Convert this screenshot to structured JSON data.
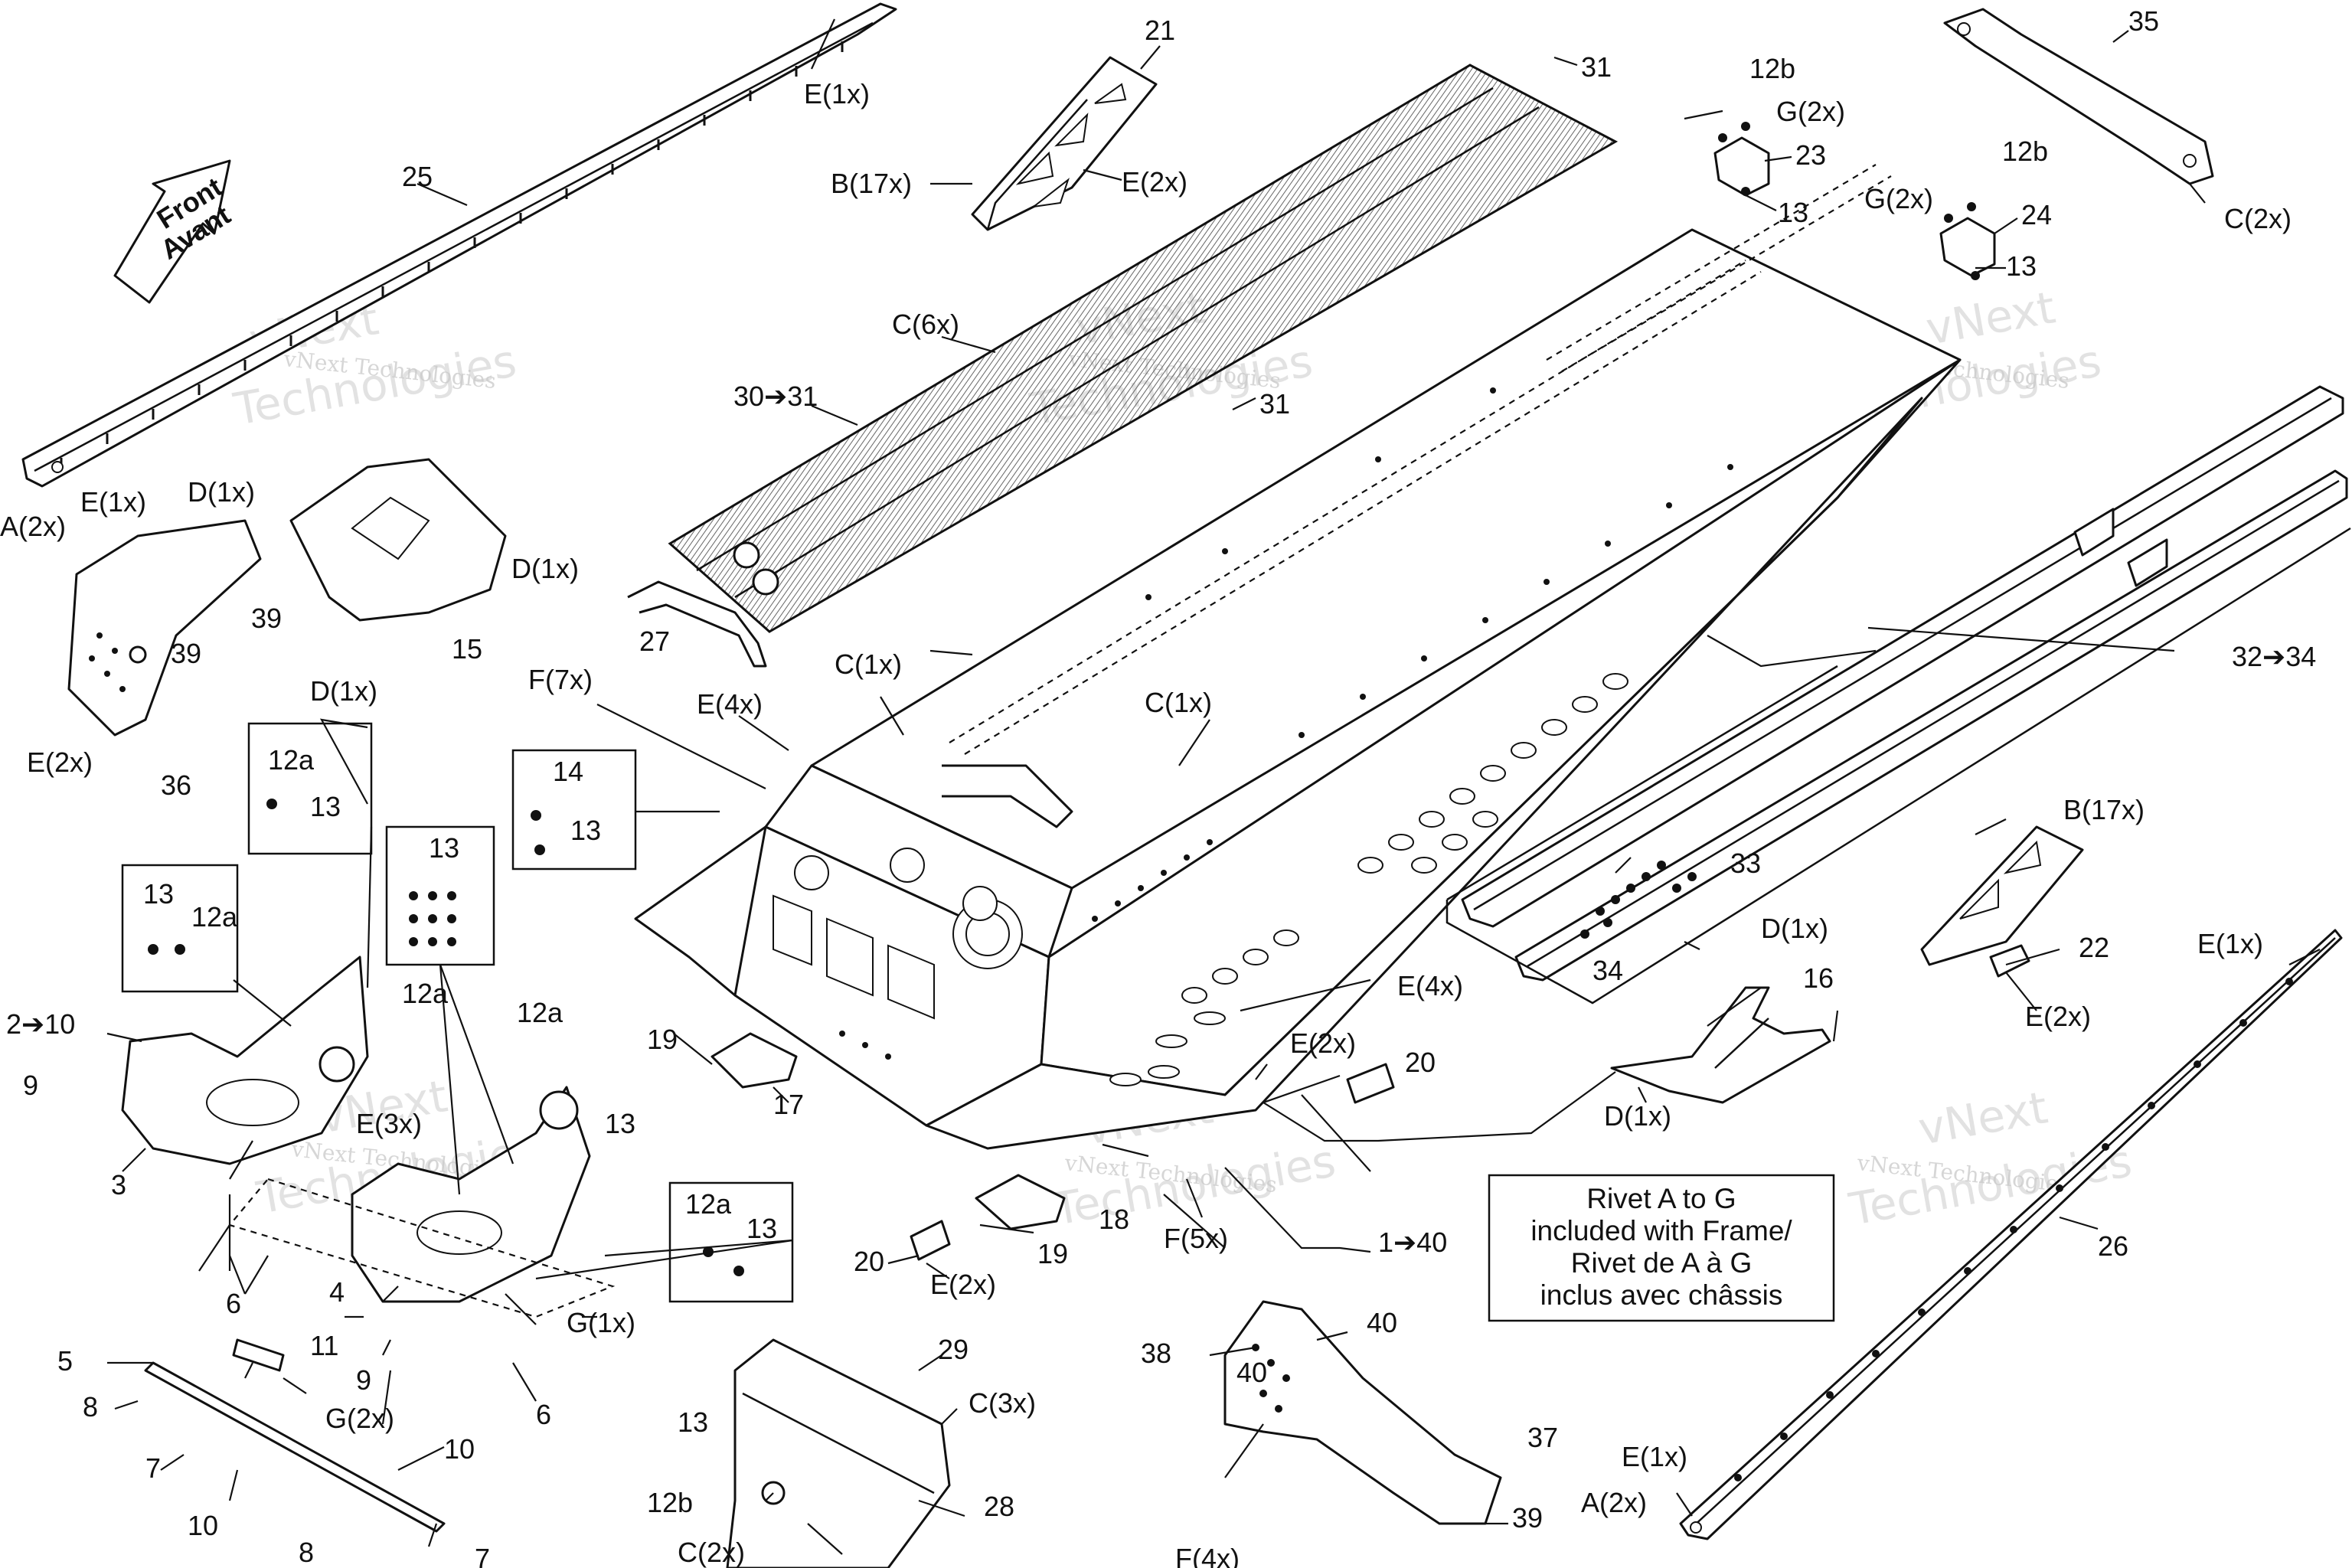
{
  "diagram": {
    "front_arrow": {
      "line1": "Front",
      "line2": "Avant"
    },
    "watermark": {
      "company": "vNext Technologies",
      "short1": "vNext",
      "short2": "Technologies"
    },
    "note": {
      "line1": "Rivet A to G",
      "line2": "included with Frame/",
      "line3": "Rivet de A à G",
      "line4": "inclus avec châssis"
    },
    "labels": {
      "l_E1x_top": "E(1x)",
      "l_25": "25",
      "l_E1x_left": "E(1x)",
      "l_A2x_left": "A(2x)",
      "l_21": "21",
      "l_B17x_top": "B(17x)",
      "l_E2x_top": "E(2x)",
      "l_31a": "31",
      "l_C6x": "C(6x)",
      "l_30_31": "30➔31",
      "l_31b": "31",
      "l_12b_a": "12b",
      "l_G2x_a": "G(2x)",
      "l_23": "23",
      "l_13_a": "13",
      "l_35": "35",
      "l_C2x_tr": "C(2x)",
      "l_12b_b": "12b",
      "l_G2x_b": "G(2x)",
      "l_24": "24",
      "l_13_b": "13",
      "l_D1x_a": "D(1x)",
      "l_39_a": "39",
      "l_D1x_b": "D(1x)",
      "l_15": "15",
      "l_D1x_c": "D(1x)",
      "l_39_b": "39",
      "l_E2x_36": "E(2x)",
      "l_36": "36",
      "l_27": "27",
      "l_F7x": "F(7x)",
      "l_E4x_a": "E(4x)",
      "l_C1x_a": "C(1x)",
      "l_C1x_b": "C(1x)",
      "l_32_34": "32➔34",
      "l_12a_box1": "12a",
      "l_13_box1": "13",
      "l_14": "14",
      "l_13_box2": "13",
      "l_13_box3": "13",
      "l_12a_box3": "12a",
      "l_13_box4": "13",
      "l_12a_box4": "12a",
      "l_2_10": "2➔10",
      "l_9_a": "9",
      "l_3": "3",
      "l_E3x": "E(3x)",
      "l_12a_mid": "12a",
      "l_13_mid": "13",
      "l_B17x_r": "B(17x)",
      "l_33": "33",
      "l_34": "34",
      "l_22": "22",
      "l_E2x_22": "E(2x)",
      "l_D1x_16a": "D(1x)",
      "l_16": "16",
      "l_D1x_16b": "D(1x)",
      "l_E1x_r": "E(1x)",
      "l_E4x_b": "E(4x)",
      "l_19_a": "19",
      "l_17": "17",
      "l_E2x_20": "E(2x)",
      "l_20_a": "20",
      "l_6_a": "6",
      "l_4": "4",
      "l_11": "11",
      "l_9_b": "9",
      "l_G1x": "G(1x)",
      "l_12a_box5": "12a",
      "l_13_box5": "13",
      "l_5": "5",
      "l_G2x_c": "G(2x)",
      "l_8_a": "8",
      "l_6_b": "6",
      "l_7_a": "7",
      "l_10_a": "10",
      "l_10_b": "10",
      "l_8_b": "8",
      "l_7_b": "7",
      "l_20_b": "20",
      "l_E2x_b": "E(2x)",
      "l_19_b": "19",
      "l_18": "18",
      "l_F5x": "F(5x)",
      "l_1_40": "1➔40",
      "l_26": "26",
      "l_29": "29",
      "l_C3x": "C(3x)",
      "l_13_c": "13",
      "l_28": "28",
      "l_12b_c": "12b",
      "l_C2x_b": "C(2x)",
      "l_38": "38",
      "l_40_a": "40",
      "l_40_b": "40",
      "l_37": "37",
      "l_39_c": "39",
      "l_F4x": "F(4x)",
      "l_E1x_br": "E(1x)",
      "l_A2x_br": "A(2x)"
    }
  }
}
